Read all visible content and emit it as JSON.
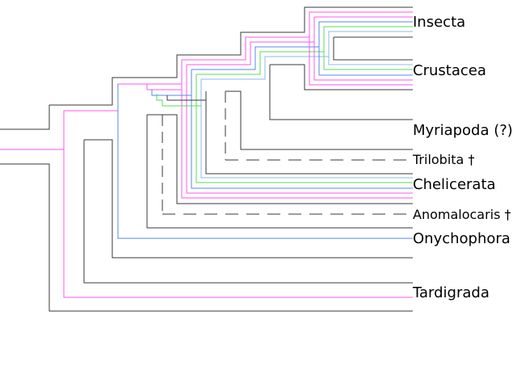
{
  "labels": {
    "insecta": "Insecta",
    "crustacea": "Crustacea",
    "myriapoda": "Myriapoda (?)",
    "trilobita": "Trilobita †",
    "chelicerata": "Chelicerata",
    "anomalocaris": "Anomalocaris †",
    "onychophora": "Onychophora",
    "tardigrada": "Tardigrada"
  },
  "colors": {
    "black": "#3a3a3a",
    "magenta": "#ff55ee",
    "blue": "#5588ee",
    "green": "#55dd55",
    "lightblue": "#88bbee"
  }
}
